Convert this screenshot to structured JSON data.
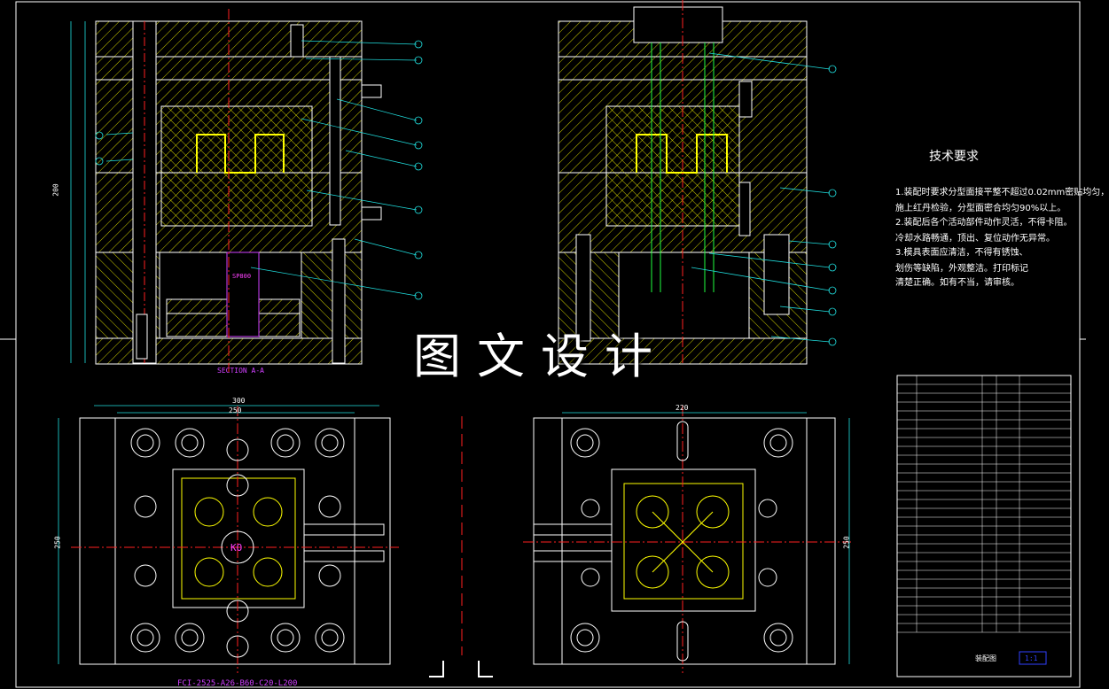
{
  "watermark": "图文设计",
  "technical_requirements": {
    "title": "技术要求",
    "items": [
      "1.装配时要求分型面接平整不超过0.02mm密贴均匀，",
      "施上红丹检验，分型面密合均匀90%以上。",
      "2.装配后各个活动部件动作灵活，不得卡阻。",
      "冷却水路畅通，顶出、复位动作无异常。",
      "3.模具表面应清洁，不得有锈蚀、",
      "划伤等缺陷，外观整洁。打印标记",
      "清楚正确。如有不当，请审核。"
    ]
  },
  "labels": {
    "section": "SECTION A-A",
    "part_code": "FCI-2525-A26-B60-C20-L200",
    "top_width": "300",
    "top_width_inner": "250",
    "right_width": "220",
    "left_height": "250",
    "right_height": "250",
    "ko_label": "KO",
    "spring_label": "SP800",
    "section_height": "200"
  },
  "title_block": {
    "drawing_name": "装配图",
    "scale": "1:1"
  },
  "colors": {
    "background": "#000000",
    "outline": "#ffffff",
    "yellow": "#ffff00",
    "magenta": "#ff40ff",
    "red": "#ff2020",
    "cyan": "#20e0e0",
    "green": "#20ff40",
    "blue": "#3040ff"
  }
}
